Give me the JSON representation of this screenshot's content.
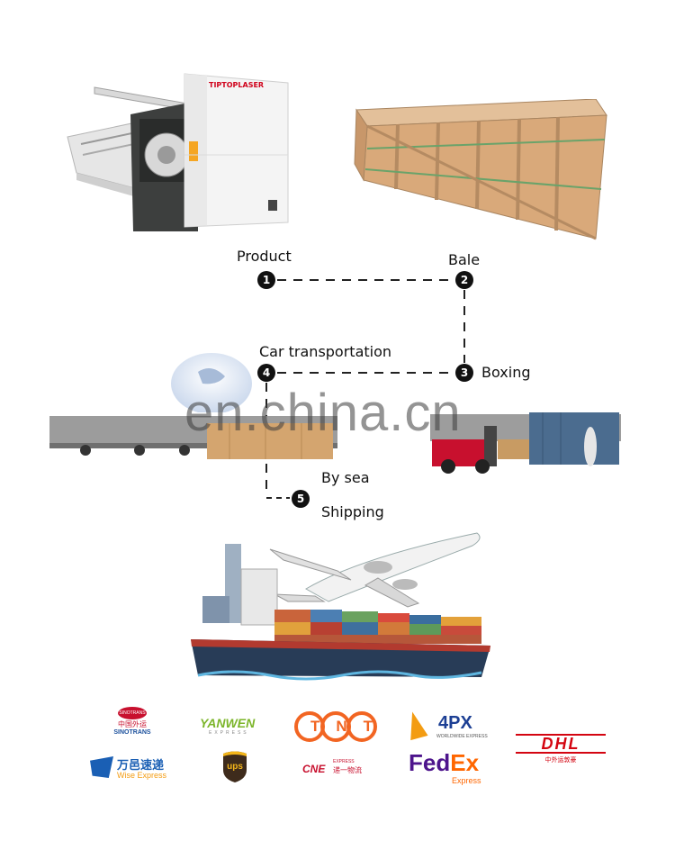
{
  "brand": {
    "machine_label": "TIPTOPLASER"
  },
  "watermark": "en.china.cn",
  "steps": [
    {
      "number": "1",
      "label": "Product"
    },
    {
      "number": "2",
      "label": "Bale"
    },
    {
      "number": "3",
      "label": "Boxing"
    },
    {
      "number": "4",
      "label": "Car transportation"
    },
    {
      "number": "5",
      "label": "Shipping"
    }
  ],
  "by_sea_label": "By sea",
  "logos": {
    "sinotrans": {
      "cn": "中国外运",
      "en": "SINOTRANS",
      "badge": "SINOTRANS"
    },
    "yanwen": {
      "name": "YANWEN",
      "sub": "EXPRESS"
    },
    "tnt": {
      "name": "TNT"
    },
    "fourpx": {
      "name": "4PX",
      "sub": "WORLDWIDE EXPRESS"
    },
    "dhl": {
      "name": "DHL",
      "cn": "中外运敦豪"
    },
    "wise": {
      "cn": "万邑速递",
      "en": "Wise Express"
    },
    "ups": {
      "name": "ups"
    },
    "cne": {
      "name": "CNE",
      "sub": "EXPRESS",
      "cn": "递一物流"
    },
    "fedex": {
      "fed": "Fed",
      "ex": "Ex",
      "sub": "Express"
    }
  },
  "colors": {
    "red": "#d0021b",
    "fedex_purple": "#4d148c",
    "fedex_orange": "#ff6600",
    "dhl_red": "#d40511",
    "tnt_orange": "#f26522"
  }
}
